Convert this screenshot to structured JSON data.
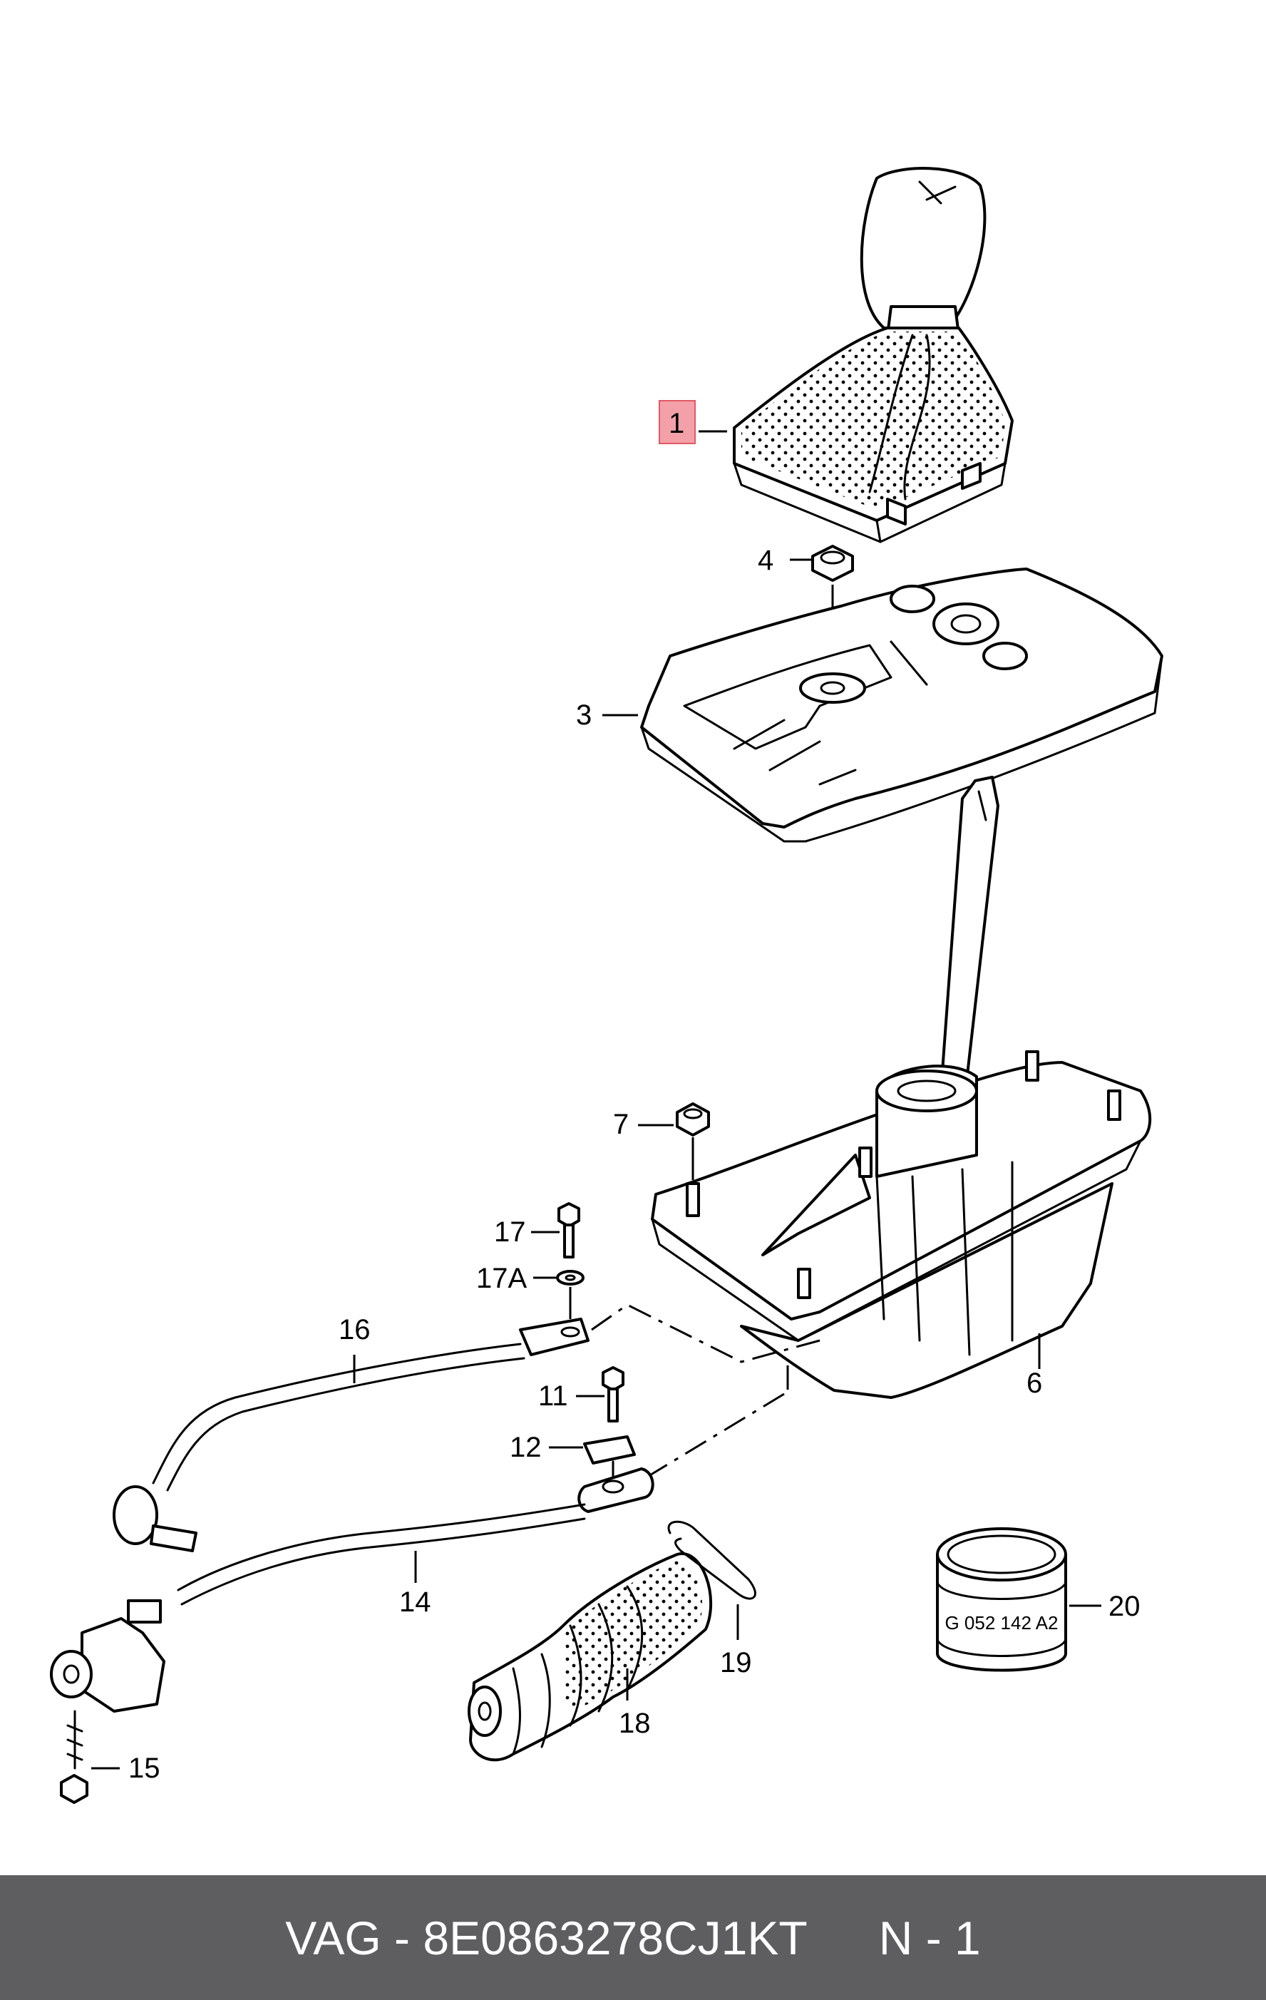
{
  "callouts": {
    "c1": "1",
    "c3": "3",
    "c4": "4",
    "c6": "6",
    "c7": "7",
    "c11": "11",
    "c12": "12",
    "c14": "14",
    "c15": "15",
    "c16": "16",
    "c17": "17",
    "c17a": "17A",
    "c18": "18",
    "c19": "19",
    "c20": "20"
  },
  "sealant_label": "G 052 142 A2",
  "highlight_color": "#f4a0a8",
  "footer": {
    "part_number": "VAG - 8E0863278CJ1KT",
    "quantity": "N - 1"
  }
}
